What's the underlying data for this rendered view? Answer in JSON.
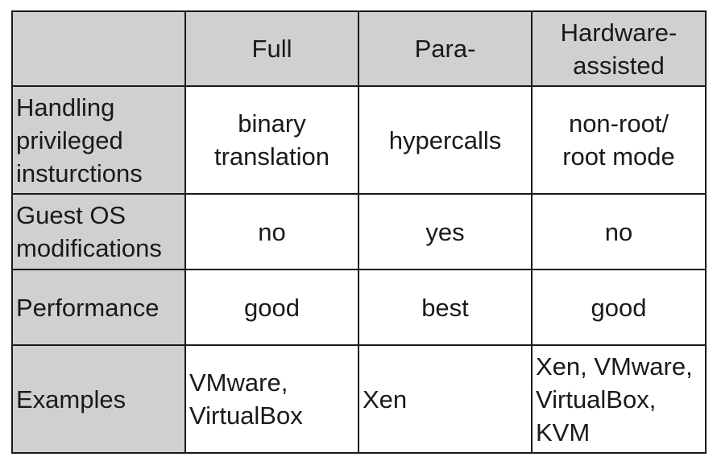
{
  "table": {
    "columns": [
      "",
      "Full",
      "Para-",
      "Hardware-\nassisted"
    ],
    "rows": [
      {
        "label": "Handling\nprivileged\ninsturctions",
        "cells": [
          "binary\ntranslation",
          "hypercalls",
          "non-root/\nroot mode"
        ]
      },
      {
        "label": "Guest OS\nmodifications",
        "cells": [
          "no",
          "yes",
          "no"
        ]
      },
      {
        "label": "Performance",
        "cells": [
          "good",
          "best",
          "good"
        ]
      },
      {
        "label": "Examples",
        "cells": [
          "VMware,\nVirtualBox",
          "Xen",
          "Xen, VMware,\nVirtualBox,\nKVM"
        ]
      }
    ]
  },
  "colors": {
    "header_background": "#d0d0d0",
    "cell_background": "#ffffff",
    "border": "#1a1a1a"
  }
}
